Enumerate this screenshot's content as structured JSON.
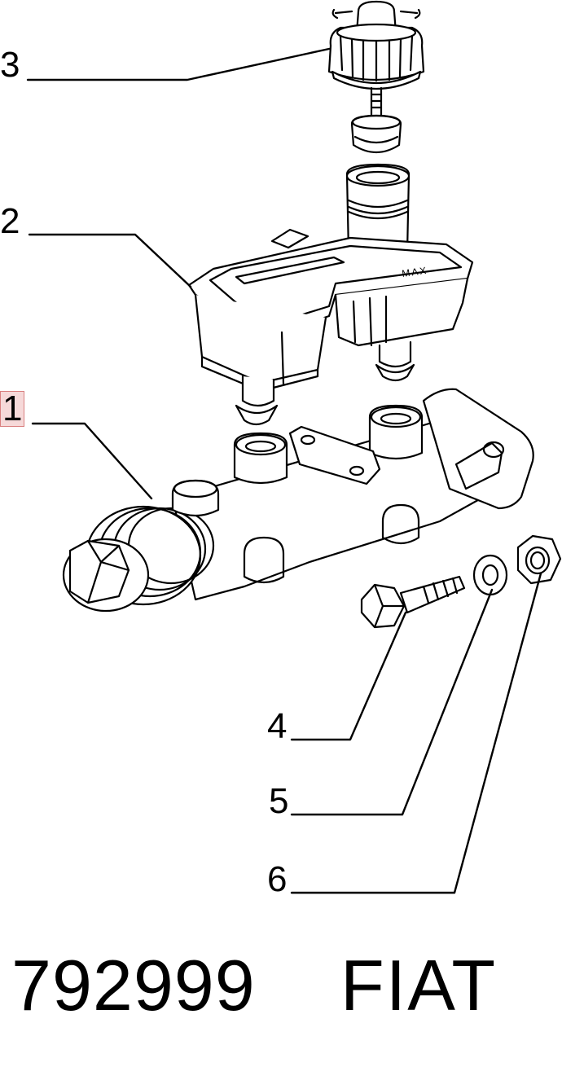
{
  "callouts": [
    {
      "id": "1",
      "label": "1",
      "highlighted": true
    },
    {
      "id": "2",
      "label": "2"
    },
    {
      "id": "3",
      "label": "3"
    },
    {
      "id": "4",
      "label": "4"
    },
    {
      "id": "5",
      "label": "5"
    },
    {
      "id": "6",
      "label": "6"
    }
  ],
  "reservoir": {
    "mark": "MAX"
  },
  "footer": {
    "part_number": "792999",
    "brand": "FIAT"
  },
  "colors": {
    "ink": "#000000",
    "highlight_fill": "#f6d9d9",
    "highlight_border": "#d98080"
  }
}
